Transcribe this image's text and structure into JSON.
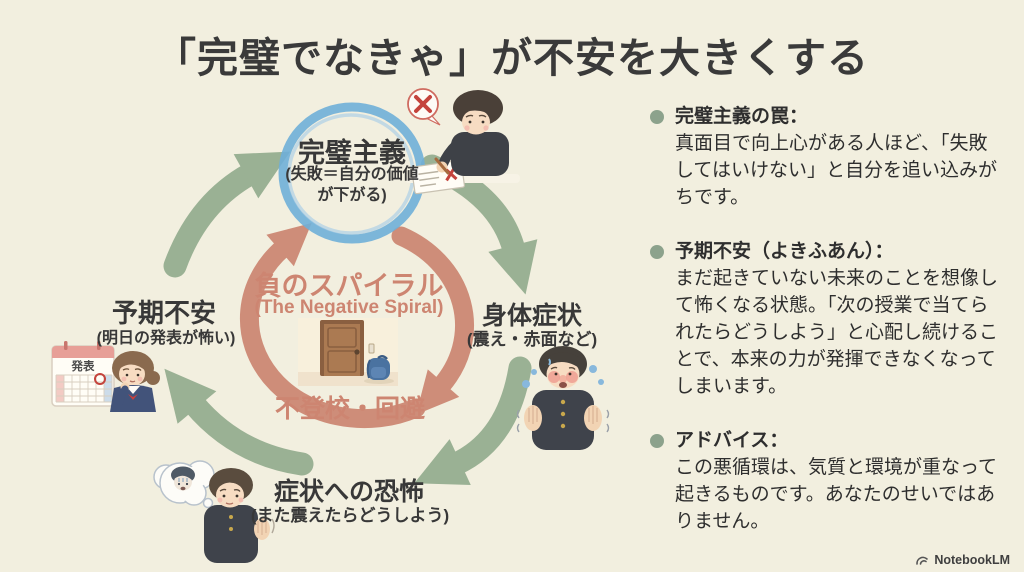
{
  "title": "「完璧でなきゃ」が不安を大きくする",
  "diagram": {
    "center": {
      "heading": "負のスパイラル",
      "subheading": "(The Negative Spiral)",
      "bottom_label": "不登校・回避"
    },
    "nodes": [
      {
        "id": "perfectionism",
        "label": "完璧主義",
        "sublabel": "(失敗＝自分の価値が下がる)"
      },
      {
        "id": "physical-symptoms",
        "label": "身体症状",
        "sublabel": "(震え・赤面など)"
      },
      {
        "id": "fear-of-symptoms",
        "label": "症状への恐怖",
        "sublabel": "(また震えたらどうしよう)"
      },
      {
        "id": "anticipatory-anxiety",
        "label": "予期不安",
        "sublabel": "(明日の発表が怖い)"
      }
    ],
    "calendar_label": "発表",
    "illustrations": [
      "boy-writing-test-with-x-mark",
      "girl-worried-with-calendar",
      "boy-blushing-trembling",
      "boy-with-anxious-thought-bubble",
      "closed-door-with-backpack"
    ]
  },
  "notes": [
    {
      "heading": "完璧主義の罠：",
      "body": "真面目で向上心がある人ほど、「失敗してはいけない」と自分を追い込みがちです。"
    },
    {
      "heading": "予期不安（よきふあん）：",
      "body": "まだ起きていない未来のことを想像して怖くなる状態。「次の授業で当てられたらどうしよう」と心配し続けることで、本来の力が発揮できなくなってしまいます。"
    },
    {
      "heading": "アドバイス：",
      "body": "この悪循環は、気質と環境が重なって起きるものです。あなたのせいではありません。"
    }
  ],
  "footer": {
    "brand": "NotebookLM",
    "logo_icon": "notebooklm-arcs-icon"
  },
  "colors": {
    "background": "#f2efdf",
    "title_text": "#3a3a3a",
    "cycle_green": "#93ac8e",
    "spiral_salmon": "#cc8571",
    "node_ring_blue": "#6fafd8",
    "bullet_green": "#8ca28c",
    "error_red": "#c4433c"
  }
}
